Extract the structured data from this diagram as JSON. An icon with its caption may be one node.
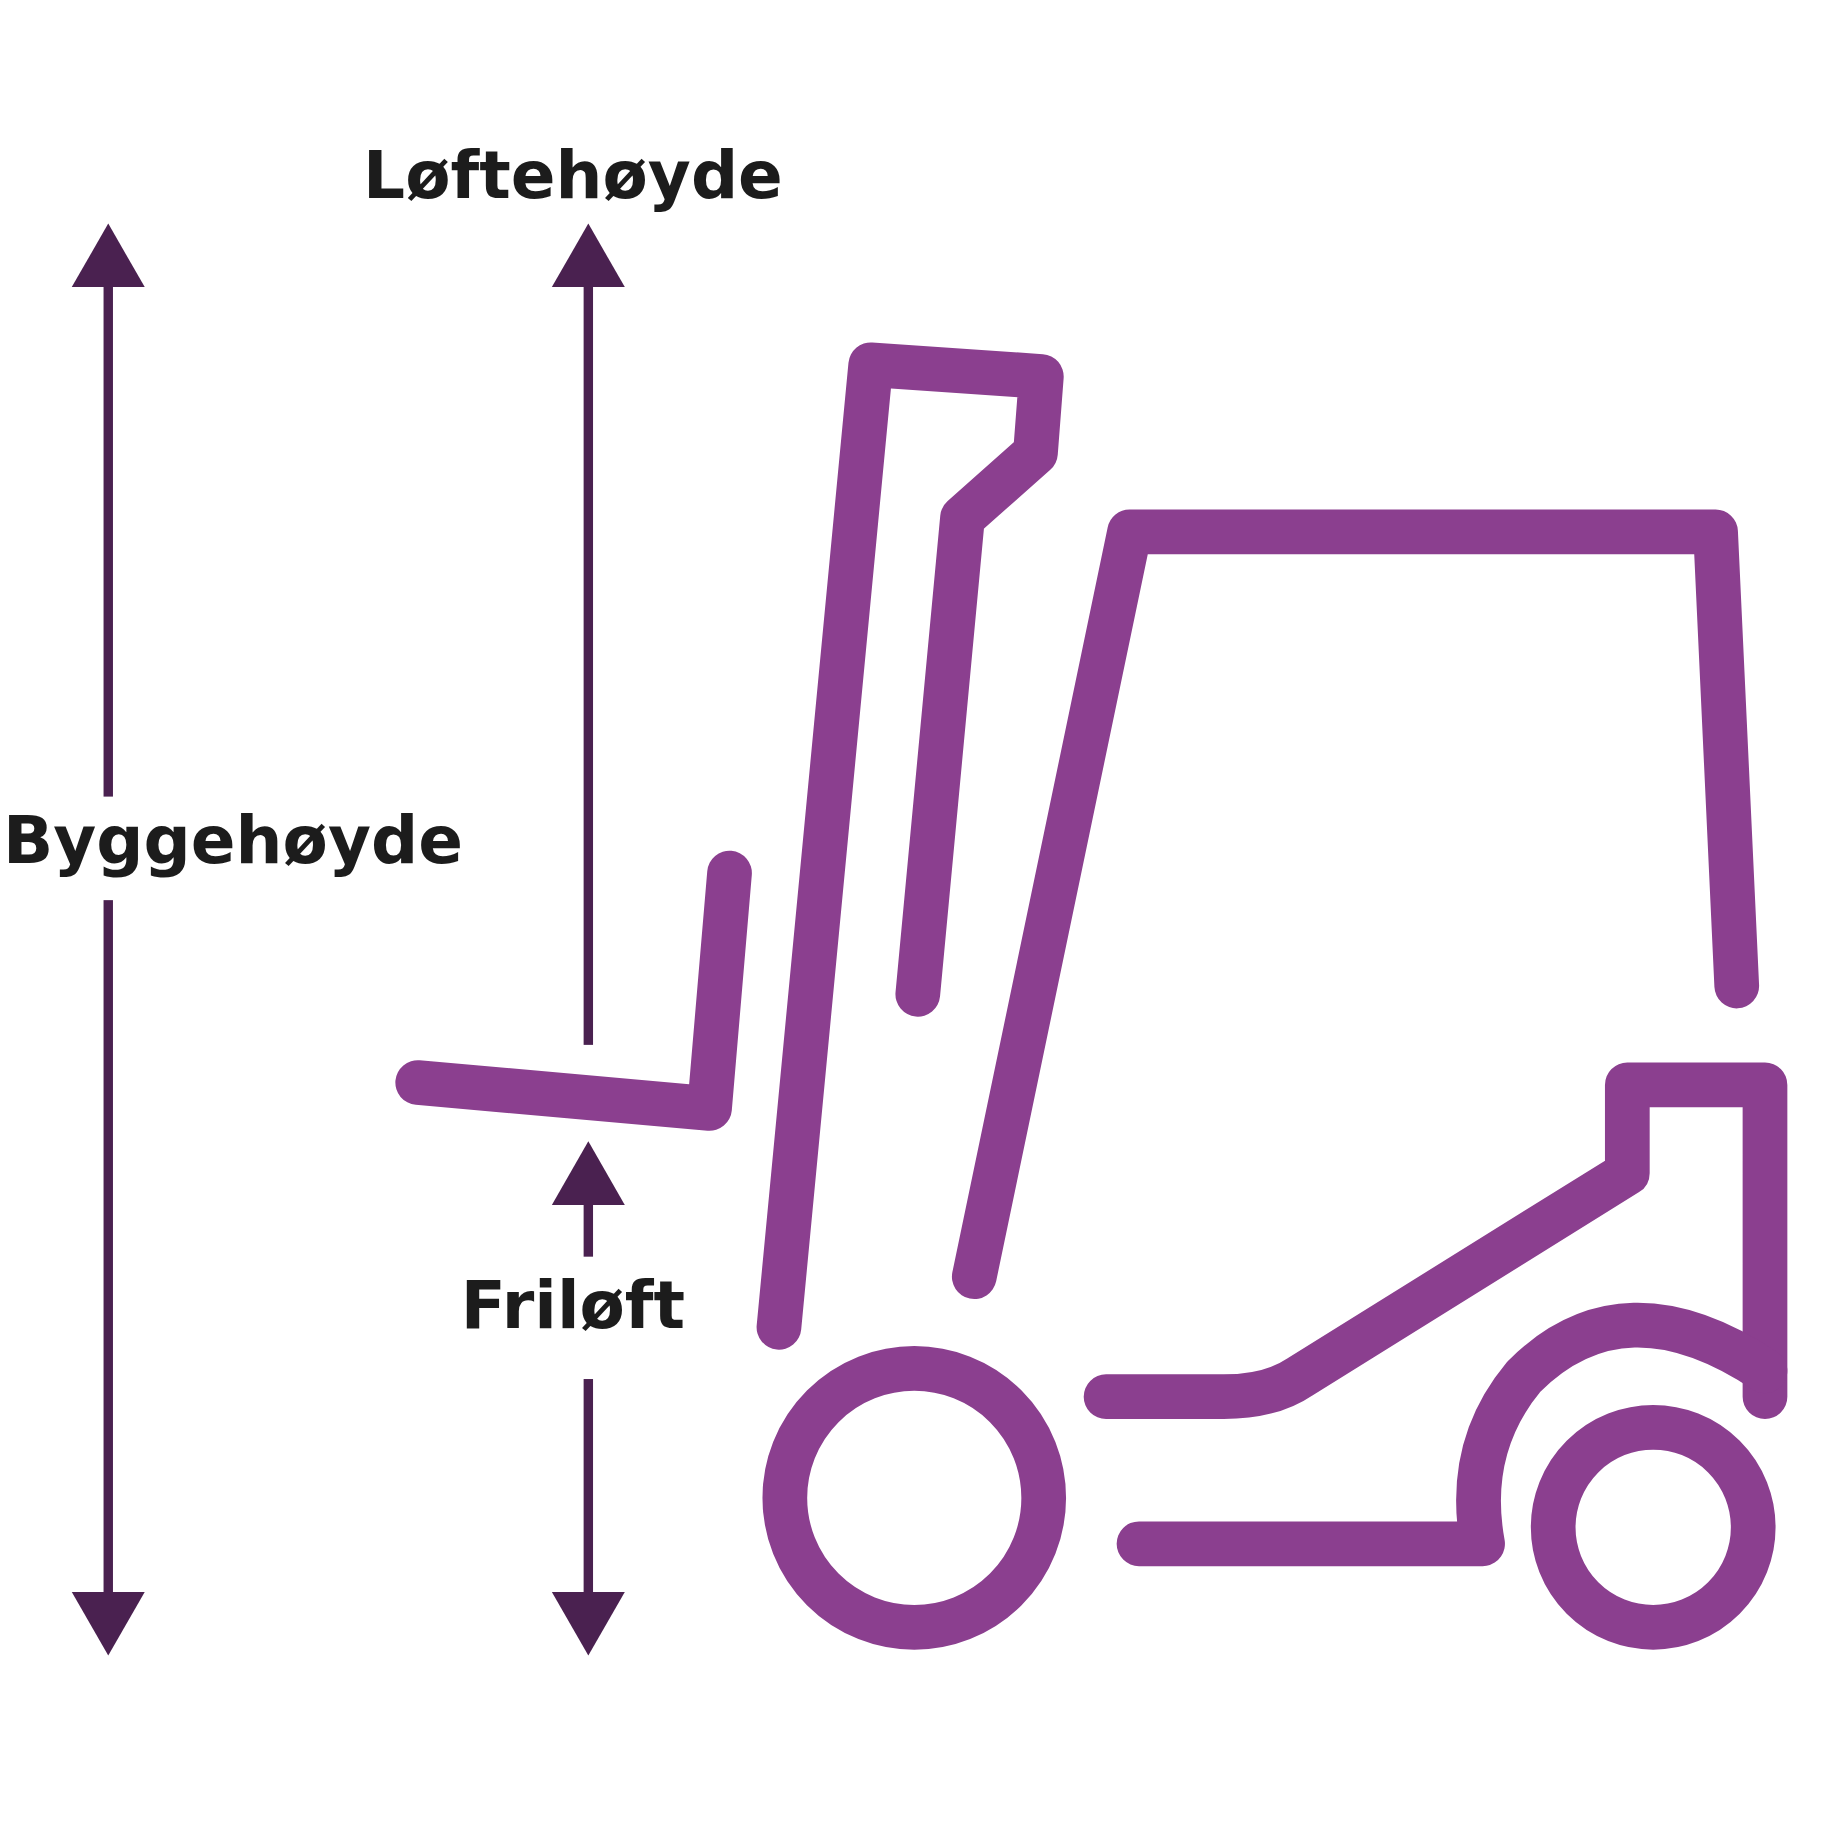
{
  "diagram": {
    "labels": [
      "Løftehøyde",
      "Byggehøyde",
      "Friløft"
    ]
  }
}
